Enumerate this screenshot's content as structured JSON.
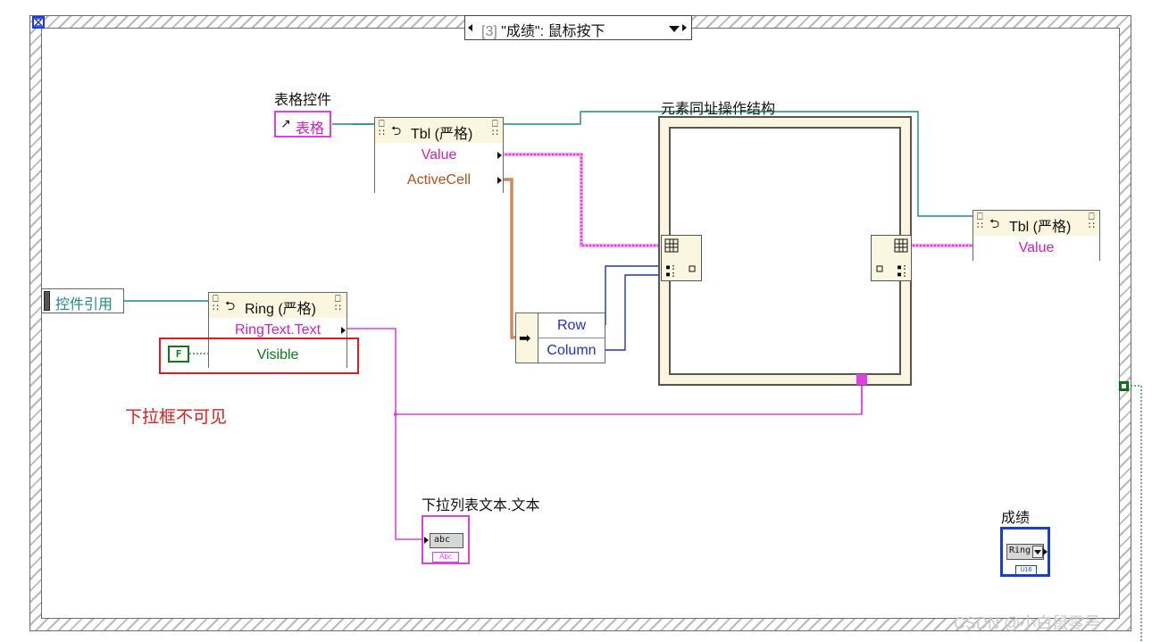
{
  "event_structure": {
    "selector_index": "[3]",
    "selector_text": "\"成绩\": 鼠标按下"
  },
  "table_control": {
    "caption": "表格控件",
    "terminal": "表格"
  },
  "tbl_node_read": {
    "title": "Tbl (严格)",
    "props": [
      "Value",
      "ActiveCell"
    ]
  },
  "tbl_node_write": {
    "title": "Tbl (严格)",
    "props": [
      "Value"
    ]
  },
  "inplace_structure": {
    "caption": "元素同址操作结构"
  },
  "unbundle": {
    "items": [
      "Row",
      "Column"
    ]
  },
  "control_ref": {
    "label": "控件引用"
  },
  "ring_node": {
    "title": "Ring (严格)",
    "props": [
      "RingText.Text",
      "Visible"
    ]
  },
  "bool_const": {
    "value": "F"
  },
  "annotation": {
    "text": "下拉框不可见"
  },
  "ring_text_indicator": {
    "caption": "下拉列表文本.文本",
    "glyph": "abc"
  },
  "score_ring": {
    "caption": "成绩",
    "glyph": "Ring",
    "sub": "U16"
  },
  "watermark": {
    "text": "CSDN @小白鼠零号"
  },
  "colors": {
    "string_wire": "#e040e0",
    "teal_wire": "#1f8a84",
    "blue_wire": "#2030c0",
    "cluster_wire": "#b45018",
    "highlight": "#d81e1e"
  }
}
